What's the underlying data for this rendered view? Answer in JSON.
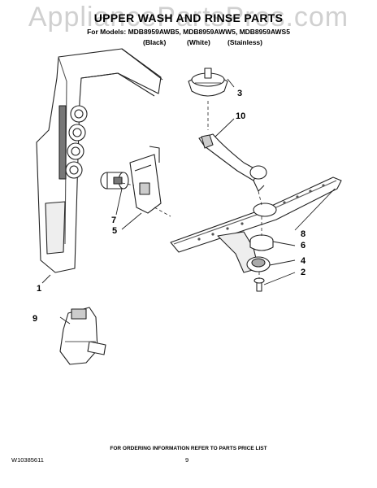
{
  "watermark": "AppliancePartsPros.com",
  "title": "UPPER WASH AND RINSE PARTS",
  "models_line": "For Models: MDB8959AWB5, MDB8959AWW5, MDB8959AWS5",
  "variants": [
    "(Black)",
    "(White)",
    "(Stainless)"
  ],
  "callouts": [
    "1",
    "2",
    "3",
    "4",
    "5",
    "6",
    "7",
    "8",
    "9",
    "10"
  ],
  "footer_note": "FOR ORDERING INFORMATION REFER TO PARTS PRICE LIST",
  "doc_number": "W10385611",
  "page_number": "9"
}
